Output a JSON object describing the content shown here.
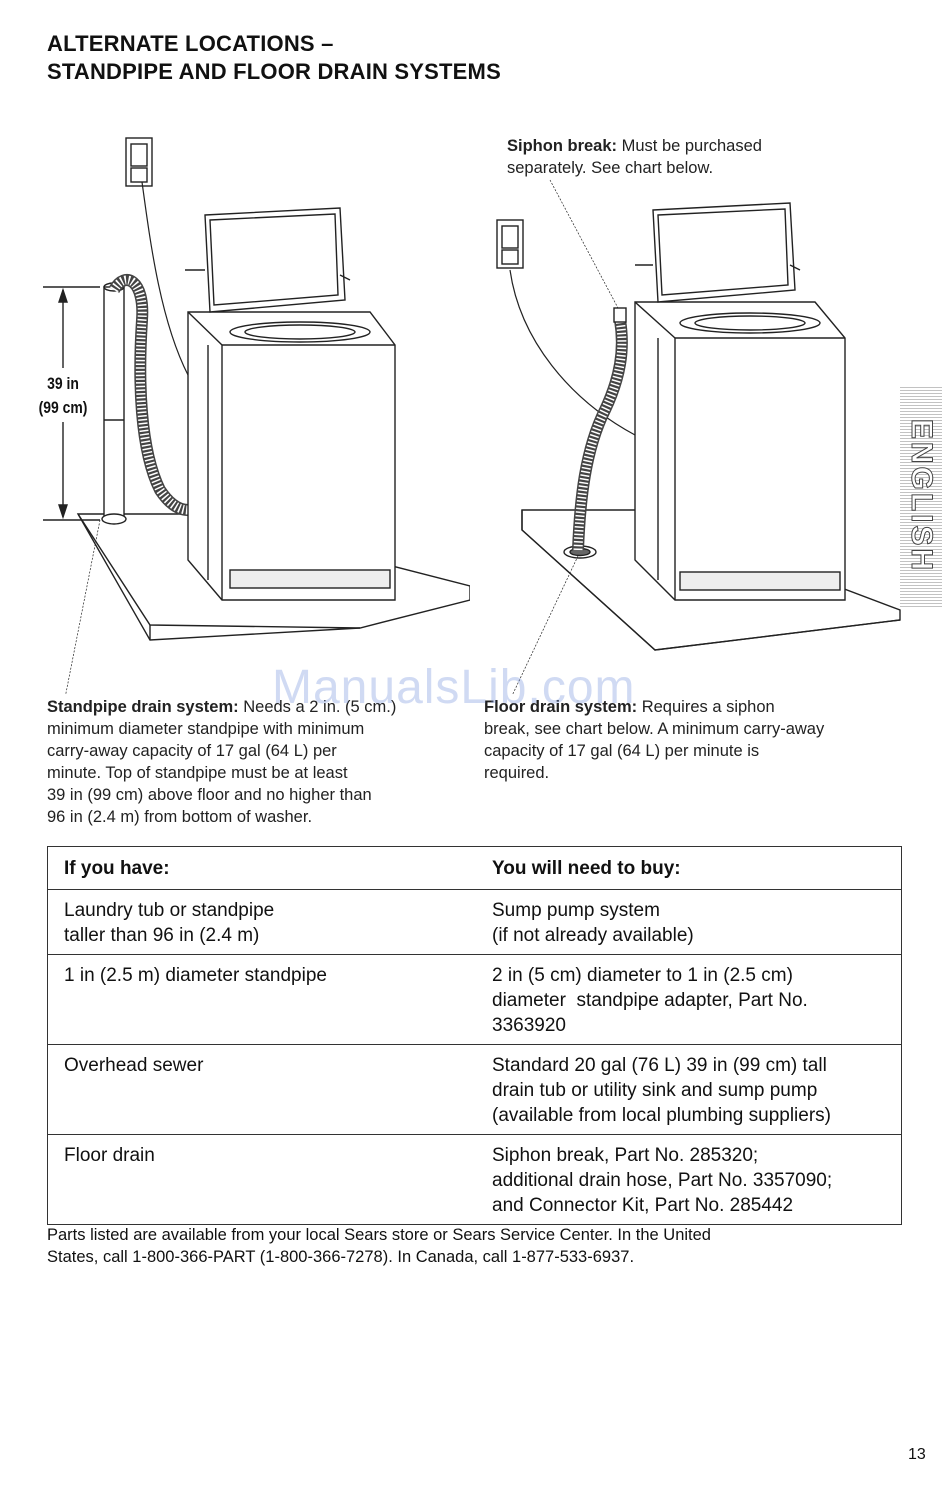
{
  "title": {
    "line1": "ALTERNATE LOCATIONS –",
    "line2": "STANDPIPE AND FLOOR DRAIN SYSTEMS"
  },
  "figures": {
    "left_dimension": {
      "line1": "39 in",
      "line2": "(99 cm)"
    },
    "siphon_callout": {
      "bold": "Siphon break:",
      "line1": " Must be purchased",
      "line2": "separately. See chart below."
    }
  },
  "standpipe_callout": {
    "bold": "Standpipe drain system:",
    "line1_rest": " Needs a 2 in. (5 cm.)",
    "lines": [
      "minimum diameter standpipe with minimum",
      "carry-away capacity of 17 gal (64 L) per",
      "minute. Top of standpipe must be at least",
      "39 in (99 cm) above floor and no higher than",
      "96 in (2.4 m) from bottom of washer."
    ]
  },
  "floor_callout": {
    "bold": "Floor drain system:",
    "line1_rest": " Requires a siphon",
    "lines": [
      "break, see chart below. A minimum carry-away",
      "capacity of 17 gal (64 L) per minute is",
      "required."
    ]
  },
  "watermark": "ManualsLib.com",
  "side_tab": "ENGLISH",
  "table": {
    "headers": [
      "If you have:",
      "You will need to buy:"
    ],
    "rows": [
      {
        "have": [
          "Laundry tub or standpipe",
          "taller than 96 in (2.4 m)"
        ],
        "buy": [
          "Sump pump system",
          "(if not already available)"
        ]
      },
      {
        "have": [
          "1 in (2.5 m) diameter standpipe"
        ],
        "buy": [
          "2 in (5 cm) diameter to 1 in (2.5 cm)",
          "diameter  standpipe adapter, Part No.",
          "3363920"
        ]
      },
      {
        "have": [
          "Overhead sewer"
        ],
        "buy": [
          "Standard 20 gal (76 L) 39 in (99 cm) tall",
          "drain tub or utility sink and sump pump",
          "(available from local plumbing suppliers)"
        ]
      },
      {
        "have": [
          "Floor drain"
        ],
        "buy": [
          "Siphon break, Part No. 285320;",
          "additional drain hose, Part No. 3357090;",
          "and Connector Kit, Part No. 285442"
        ]
      }
    ]
  },
  "footnote": {
    "line1": "Parts listed are available from your local Sears store or Sears Service Center. In the United",
    "line2": "States, call 1-800-366-PART (1-800-366-7278). In Canada, call 1-877-533-6937."
  },
  "page_number": "13"
}
